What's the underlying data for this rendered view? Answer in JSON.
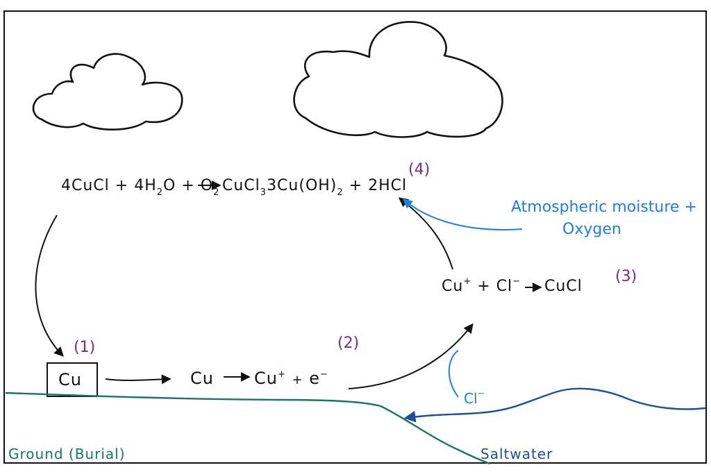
{
  "colors": {
    "ink": "#111111",
    "step_number": "#7b2a86",
    "atmosphere": "#1f7fe0",
    "ground": "#16795d",
    "saltwater": "#1d4f9c"
  },
  "steps": {
    "step1": {
      "number": "(1)",
      "species": "Cu"
    },
    "step2": {
      "number": "(2)",
      "reactant": "Cu",
      "product": "Cu",
      "product_charge": "+",
      "plus": "+",
      "electron": "e",
      "electron_charge": "−"
    },
    "step3": {
      "number": "(3)",
      "cation": "Cu",
      "cation_charge": "+",
      "plus": "+",
      "anion": "Cl",
      "anion_charge": "−",
      "product": "CuCl"
    },
    "step4": {
      "number": "(4)",
      "part_a": "4CuCl + 4H",
      "sub_a": "2",
      "part_b": "O + O",
      "sub_b": "2",
      "part_c": "CuCl",
      "sub_c": "3",
      "part_d": "3Cu(OH)",
      "sub_d": "2",
      "part_e": "+ 2HCl"
    }
  },
  "annotations": {
    "atmosphere_line1": "Atmospheric moisture +",
    "atmosphere_line2": "Oxygen",
    "chloride": "Cl",
    "chloride_charge": "−",
    "ground": "Ground (Burial)",
    "saltwater": "Saltwater"
  }
}
